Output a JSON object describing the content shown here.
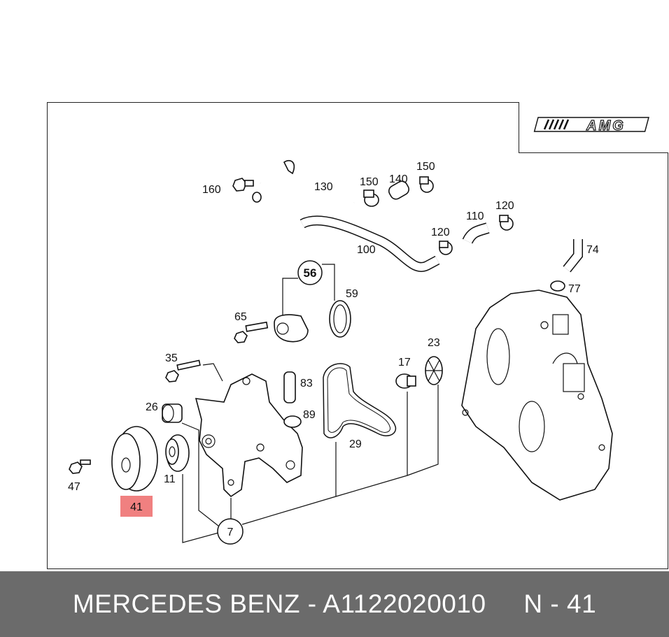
{
  "brand_logo": "AMG",
  "callouts": {
    "c160": "160",
    "c130": "130",
    "c150a": "150",
    "c140": "140",
    "c150b": "150",
    "c110": "110",
    "c120a": "120",
    "c120b": "120",
    "c100": "100",
    "c74": "74",
    "c77": "77",
    "c56": "56",
    "c59": "59",
    "c65": "65",
    "c35": "35",
    "c83": "83",
    "c17": "17",
    "c23": "23",
    "c26": "26",
    "c89": "89",
    "c29": "29",
    "c47": "47",
    "c11": "11",
    "c41": "41",
    "c7": "7"
  },
  "highlight": {
    "part": "41",
    "color": "#f08080"
  },
  "footer": {
    "brand": "MERCEDES BENZ",
    "separator": "-",
    "part_number": "A1122020010",
    "position_label": "N - 41",
    "text": "MERCEDES BENZ - A1122020010     N - 41"
  }
}
